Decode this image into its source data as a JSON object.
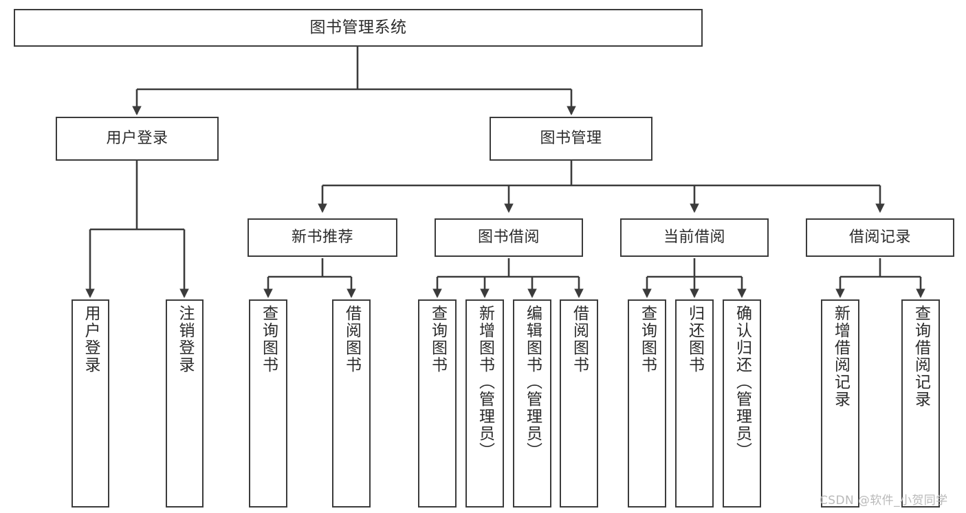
{
  "diagram": {
    "type": "tree-hierarchy-chart",
    "title": "图书管理系统",
    "orientation": "top-down",
    "colors": {
      "background": "#ffffff",
      "box_border": "#3b3b3b",
      "box_fill": "#ffffff",
      "connector": "#3b3b3b",
      "text": "#2b2b2b",
      "watermark": "#b9b9b9"
    },
    "levels": {
      "root": {
        "label": "图书管理系统"
      },
      "level2": [
        {
          "id": "user-login",
          "label": "用户登录"
        },
        {
          "id": "book-management",
          "label": "图书管理"
        }
      ],
      "level3": [
        {
          "id": "new-book-recommend",
          "label": "新书推荐"
        },
        {
          "id": "book-borrow",
          "label": "图书借阅"
        },
        {
          "id": "current-borrow",
          "label": "当前借阅"
        },
        {
          "id": "borrow-record",
          "label": "借阅记录"
        }
      ],
      "leaves": {
        "user-login": [
          {
            "id": "leaf-user-login",
            "label": "用户登录"
          },
          {
            "id": "leaf-logout",
            "label": "注销登录"
          }
        ],
        "new-book-recommend": [
          {
            "id": "leaf-query-book-1",
            "label": "查询图书"
          },
          {
            "id": "leaf-borrow-book-1",
            "label": "借阅图书"
          }
        ],
        "book-borrow": [
          {
            "id": "leaf-query-book-2",
            "label": "查询图书"
          },
          {
            "id": "leaf-add-book",
            "label": "新增图书（管理员）"
          },
          {
            "id": "leaf-edit-book",
            "label": "编辑图书（管理员）"
          },
          {
            "id": "leaf-borrow-book-2",
            "label": "借阅图书"
          }
        ],
        "current-borrow": [
          {
            "id": "leaf-query-book-3",
            "label": "查询图书"
          },
          {
            "id": "leaf-return-book",
            "label": "归还图书"
          },
          {
            "id": "leaf-confirm-return",
            "label": "确认归还（管理员）"
          }
        ],
        "borrow-record": [
          {
            "id": "leaf-add-record",
            "label": "新增借阅记录"
          },
          {
            "id": "leaf-query-record",
            "label": "查询借阅记录"
          }
        ]
      }
    }
  },
  "watermark": {
    "text": "CSDN @软件_小贺同学"
  }
}
